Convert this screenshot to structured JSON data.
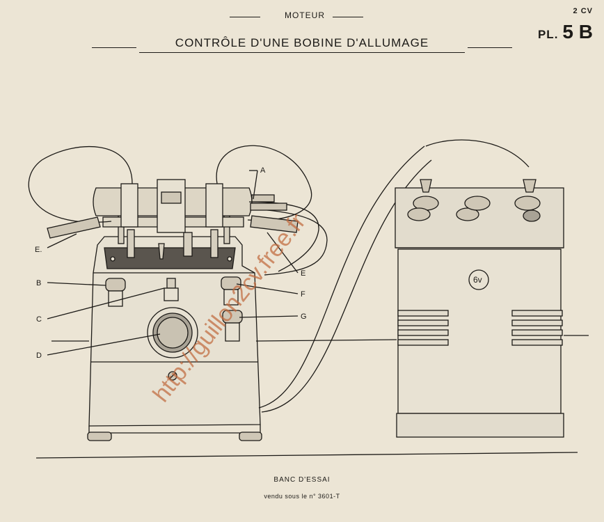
{
  "header": {
    "section": "MOTEUR",
    "model": "2 CV",
    "plate_prefix": "PL.",
    "plate_number": "5 B",
    "title": "CONTRÔLE D'UNE BOBINE D'ALLUMAGE"
  },
  "figure": {
    "labels": {
      "A": "A",
      "B": "B",
      "C": "C",
      "D": "D",
      "E_left": "E.",
      "E_right": "E",
      "F": "F",
      "G": "G"
    },
    "battery_voltage": "6v"
  },
  "footer": {
    "caption": "BANC D'ESSAI",
    "subcaption": "vendu sous le n° 3601-T"
  },
  "watermark": "http://guillon2cv.free.fr",
  "colors": {
    "paper": "#ece5d5",
    "ink": "#1c1a17",
    "watermark": "#c0693d"
  }
}
